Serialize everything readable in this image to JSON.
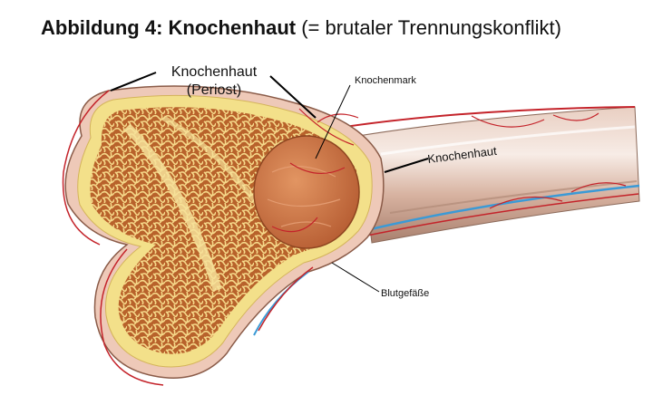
{
  "title": {
    "bold": "Abbildung 4: Knochenhaut",
    "normal": " (= brutaler Trennungskonflikt)"
  },
  "labels": {
    "periost_top_line1": "Knochenhaut",
    "periost_top_line2": "(Periost)",
    "marrow": "Knochenmark",
    "periost_shaft": "Knochenhaut",
    "vessels": "Blutgefäße"
  },
  "colors": {
    "spongy": "#c8762f",
    "cortex": "#f3e08a",
    "marrow": "#c9683a",
    "shaft": "#d9b8a8",
    "artery": "#c4232a",
    "vein": "#3b9ad6"
  }
}
